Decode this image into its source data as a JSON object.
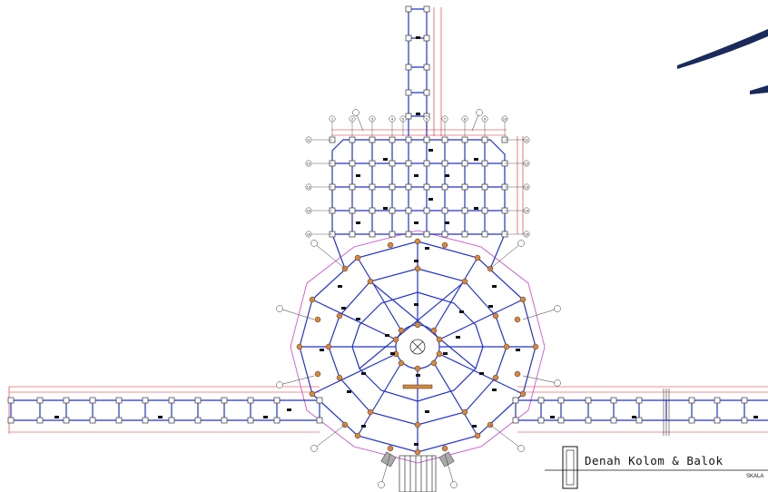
{
  "drawing": {
    "title": "Denah Kolom & Balok",
    "scale_label": "SKALA"
  },
  "grid_labels_top": [
    "1",
    "2",
    "3",
    "4",
    "5",
    "6",
    "7",
    "8",
    "9",
    "10"
  ],
  "grid_labels_side": [
    "11",
    "12",
    "13",
    "14",
    "15"
  ],
  "colors": {
    "beam": "#2233cc",
    "dimension": "#dd2222",
    "column_outline": "#333333",
    "column_orange": "#d9863a",
    "boundary": "#cc44cc",
    "ink": "#111111"
  }
}
